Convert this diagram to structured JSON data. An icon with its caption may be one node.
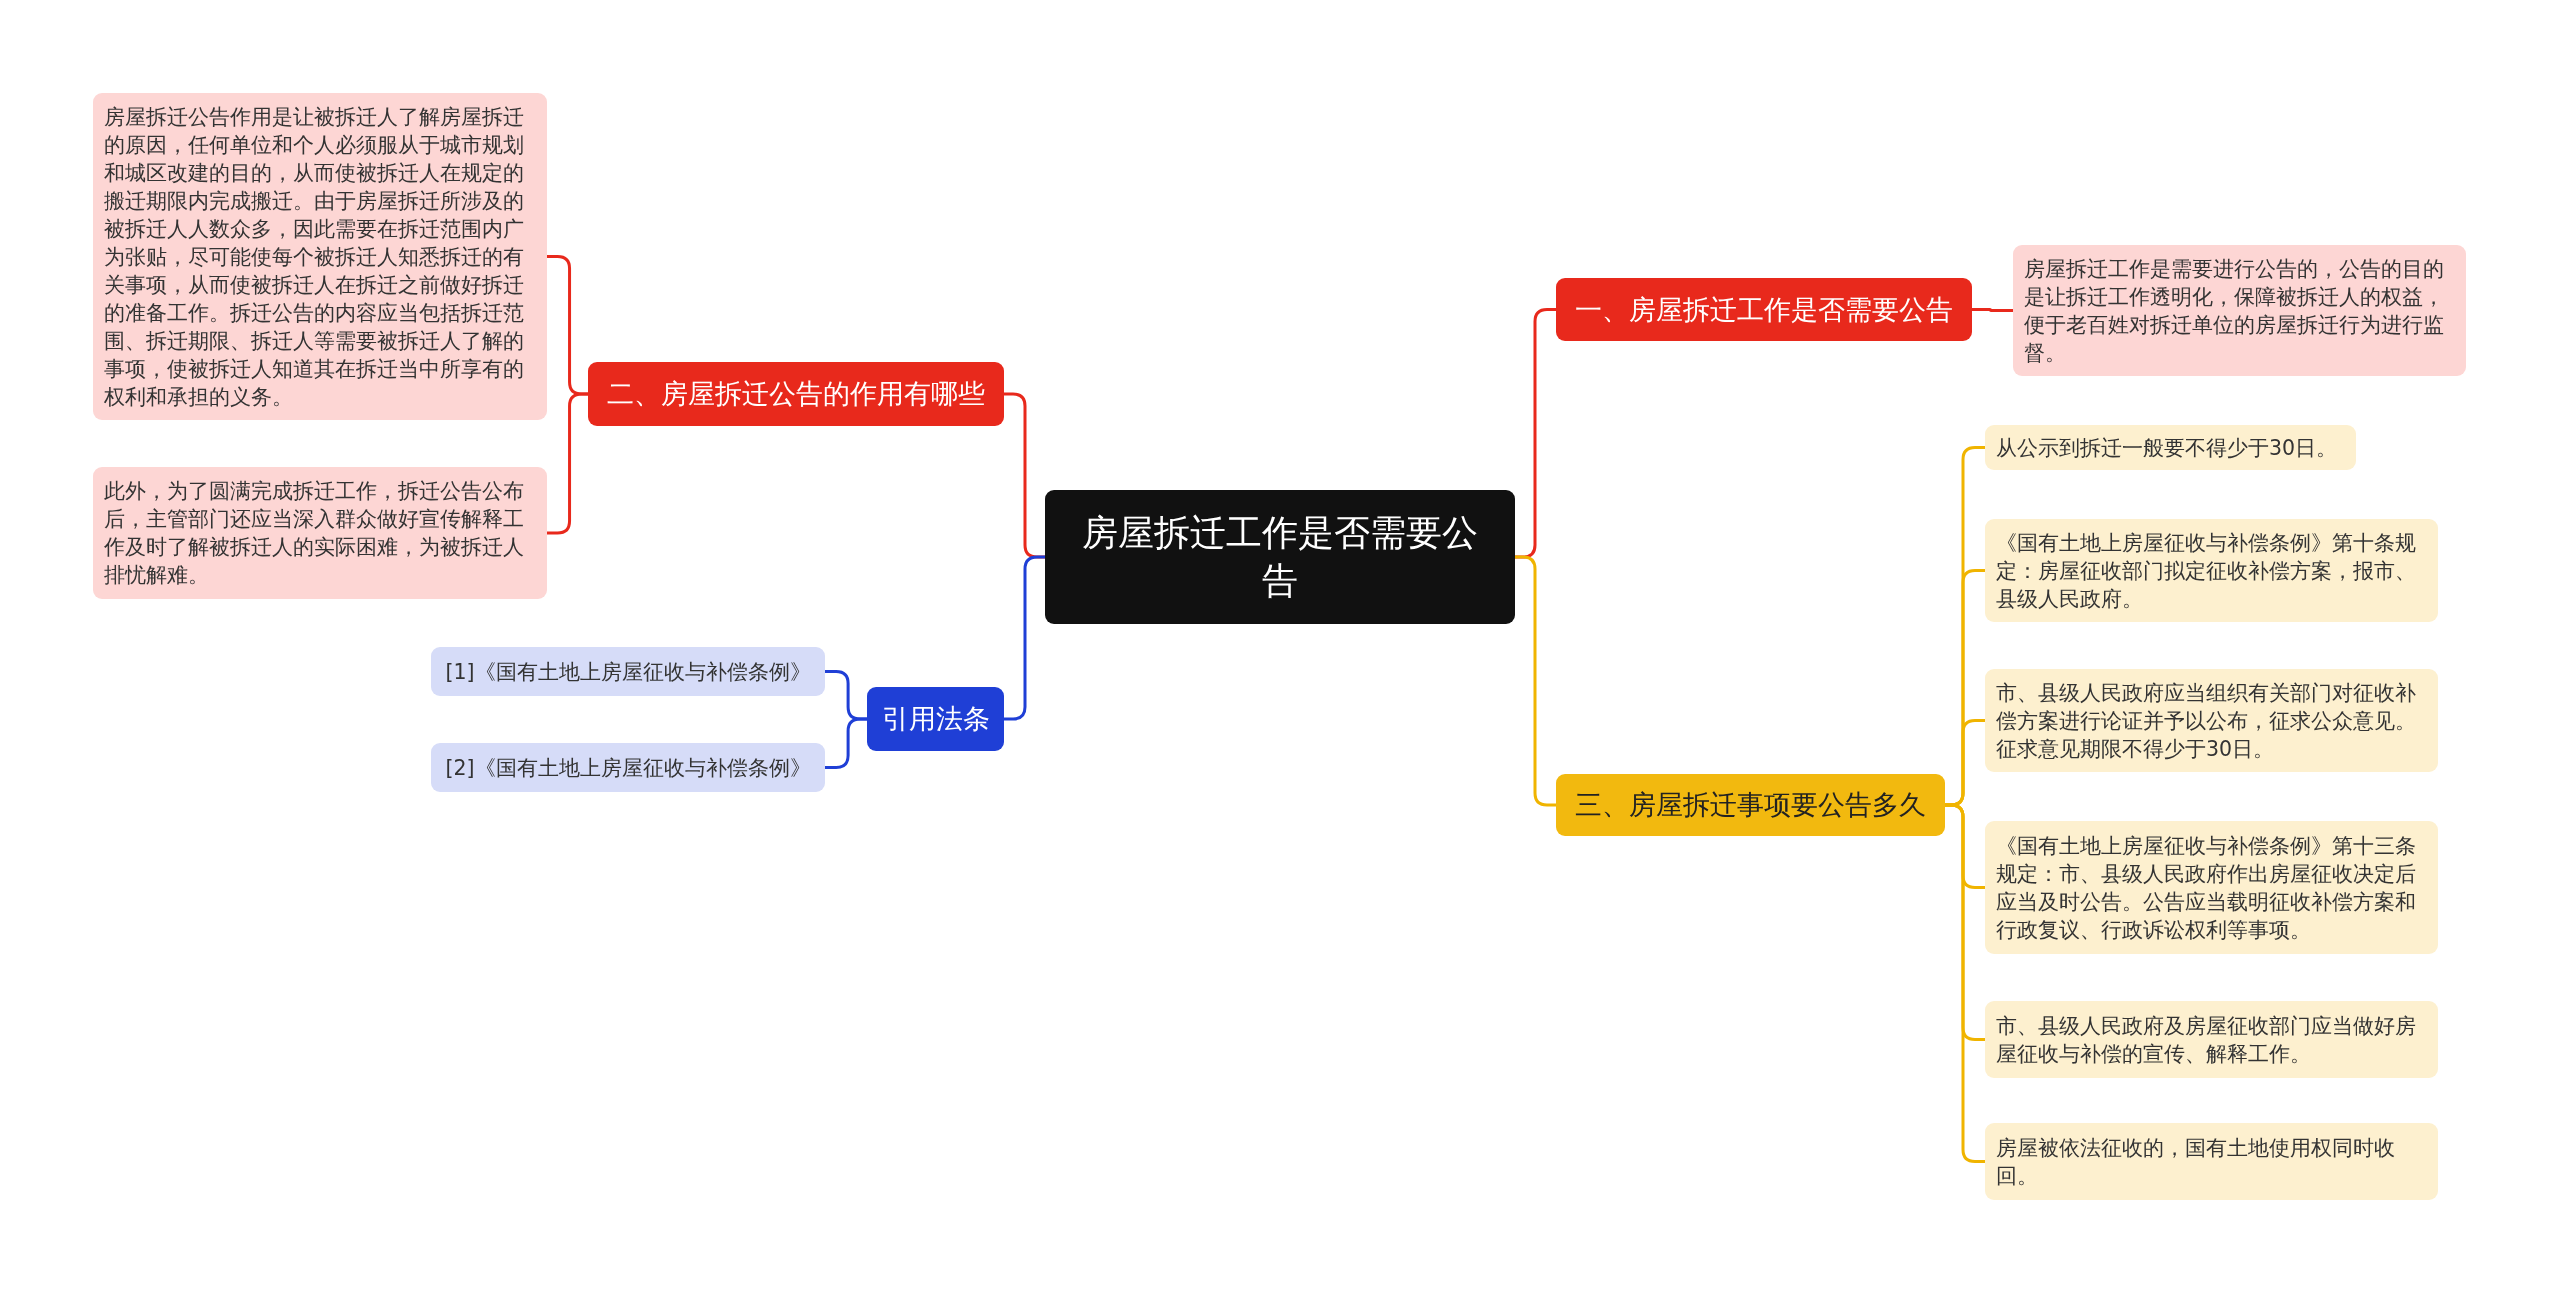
{
  "diagram": {
    "nodes": [
      {
        "text": [
          "房屋拆迁工作是否需要公告"
        ]
      },
      {
        "text": [
          "一、房屋拆迁工作是否需要公告"
        ]
      },
      {
        "text": [
          "房屋拆迁工作是需要进行公告的，公告的目的是让拆迁工作透明化，保障被拆迁人的权益，便于老百姓对拆迁单位的房屋拆迁行为进行监督。"
        ]
      },
      {
        "text": [
          "三、房屋拆迁事项要公告多久"
        ]
      },
      {
        "text": [
          "从公示到拆迁一般要不得少于30日。"
        ]
      },
      {
        "text": [
          "《国有土地上房屋征收与补偿条例》第十条规定：房屋征收部门拟定征收补偿方案，报市、县级人民政府。"
        ]
      },
      {
        "text": [
          "市、县级人民政府应当组织有关部门对征收补偿方案进行论证并予以公布，征求公众意见。征求意见期限不得少于30日。"
        ]
      },
      {
        "text": [
          "《国有土地上房屋征收与补偿条例》第十三条规定：市、县级人民政府作出房屋征收决定后应当及时公告。公告应当载明征收补偿方案和行政复议、行政诉讼权利等事项。"
        ]
      },
      {
        "text": [
          "市、县级人民政府及房屋征收部门应当做好房屋征收与补偿的宣传、解释工作。"
        ]
      },
      {
        "text": [
          "房屋被依法征收的，国有土地使用权同时收回。"
        ]
      },
      {
        "text": [
          "二、房屋拆迁公告的作用有哪些"
        ]
      },
      {
        "text": [
          "房屋拆迁公告作用是让被拆迁人了解房屋拆迁的原因，任何单位和个人必须服从于城市规划和城区改建的目的，从而使被拆迁人在规定的搬迁期限内完成搬迁。由于房屋拆迁所涉及的被拆迁人人数众多，因此需要在拆迁范围内广为张贴，尽可能使每个被拆迁人知悉拆迁的有关事项，从而使被拆迁人在拆迁之前做好拆迁的准备工作。拆迁公告的内容应当包括拆迁范围、拆迁期限、拆迁人等需要被拆迁人了解的事项，使被拆迁人知道其在拆迁当中所享有的权利和承担的义务。"
        ]
      },
      {
        "text": [
          "此外，为了圆满完成拆迁工作，拆迁公告公布后，主管部门还应当深入群众做好宣传解释工作及时了解被拆迁人的实际困难，为被拆迁人排忧解难。"
        ]
      },
      {
        "text": [
          "引用法条"
        ]
      },
      {
        "text": [
          "[1]《国有土地上房屋征收与补偿条例》"
        ]
      },
      {
        "text": [
          "[2]《国有土地上房屋征收与补偿条例》"
        ]
      }
    ],
    "edges": [
      {
        "from": 0,
        "to": 1,
        "arrow": "none",
        "color": "#e8291c"
      },
      {
        "from": 1,
        "to": 2,
        "arrow": "none",
        "color": "#e8291c"
      },
      {
        "from": 0,
        "to": 3,
        "arrow": "none"
      },
      {
        "from": 3,
        "to": 4,
        "arrow": "none"
      },
      {
        "from": 3,
        "to": 5,
        "arrow": "none"
      },
      {
        "from": 3,
        "to": 6,
        "arrow": "none"
      },
      {
        "from": 3,
        "to": 7,
        "arrow": "none"
      },
      {
        "from": 3,
        "to": 8,
        "arrow": "none"
      },
      {
        "from": 3,
        "to": 9,
        "arrow": "none"
      },
      {
        "from": 0,
        "to": 10,
        "arrow": "none",
        "color": "#e8291c"
      },
      {
        "from": 10,
        "to": 11,
        "arrow": "none",
        "color": "#e8291c"
      },
      {
        "from": 10,
        "to": 12,
        "arrow": "none",
        "color": "#e8291c"
      },
      {
        "from": 0,
        "to": 13,
        "arrow": "none",
        "color": "#1f3fd6"
      },
      {
        "from": 13,
        "to": 14,
        "arrow": "none",
        "color": "#1f3fd6"
      },
      {
        "from": 13,
        "to": 15,
        "arrow": "none",
        "color": "#1f3fd6"
      }
    ]
  }
}
